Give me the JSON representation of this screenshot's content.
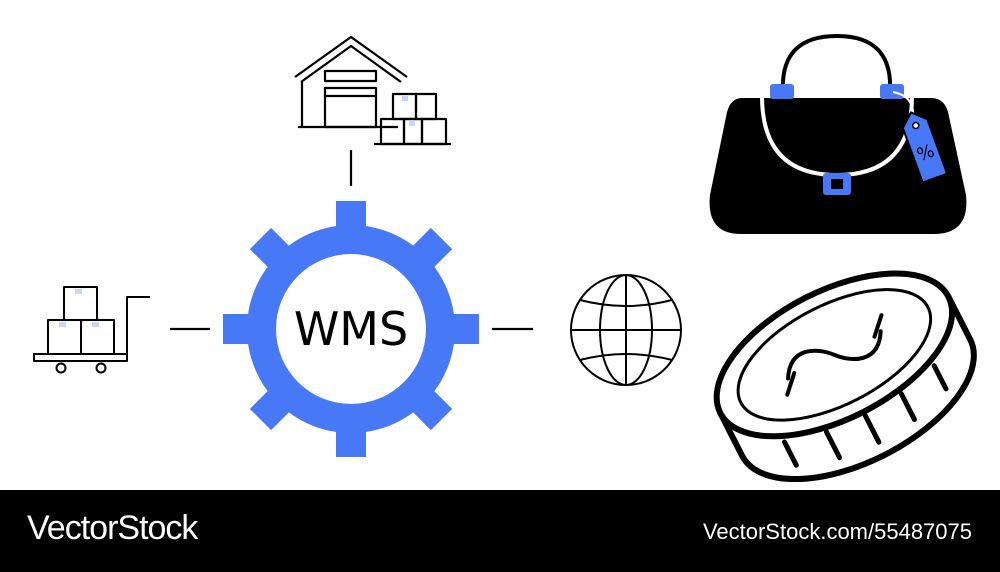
{
  "illustration": {
    "gear_label": "WMS",
    "icons": [
      "warehouse-icon",
      "hand-truck-icon",
      "gear-icon",
      "globe-icon",
      "handbag-icon",
      "price-tag-icon",
      "coin-icon",
      "dollar-icon"
    ],
    "colors": {
      "accent": "#4779f6",
      "ink": "#000000",
      "background": "#ffffff"
    }
  },
  "footer": {
    "brand": "VectorStock",
    "image_id": "VectorStock.com/55487075"
  }
}
